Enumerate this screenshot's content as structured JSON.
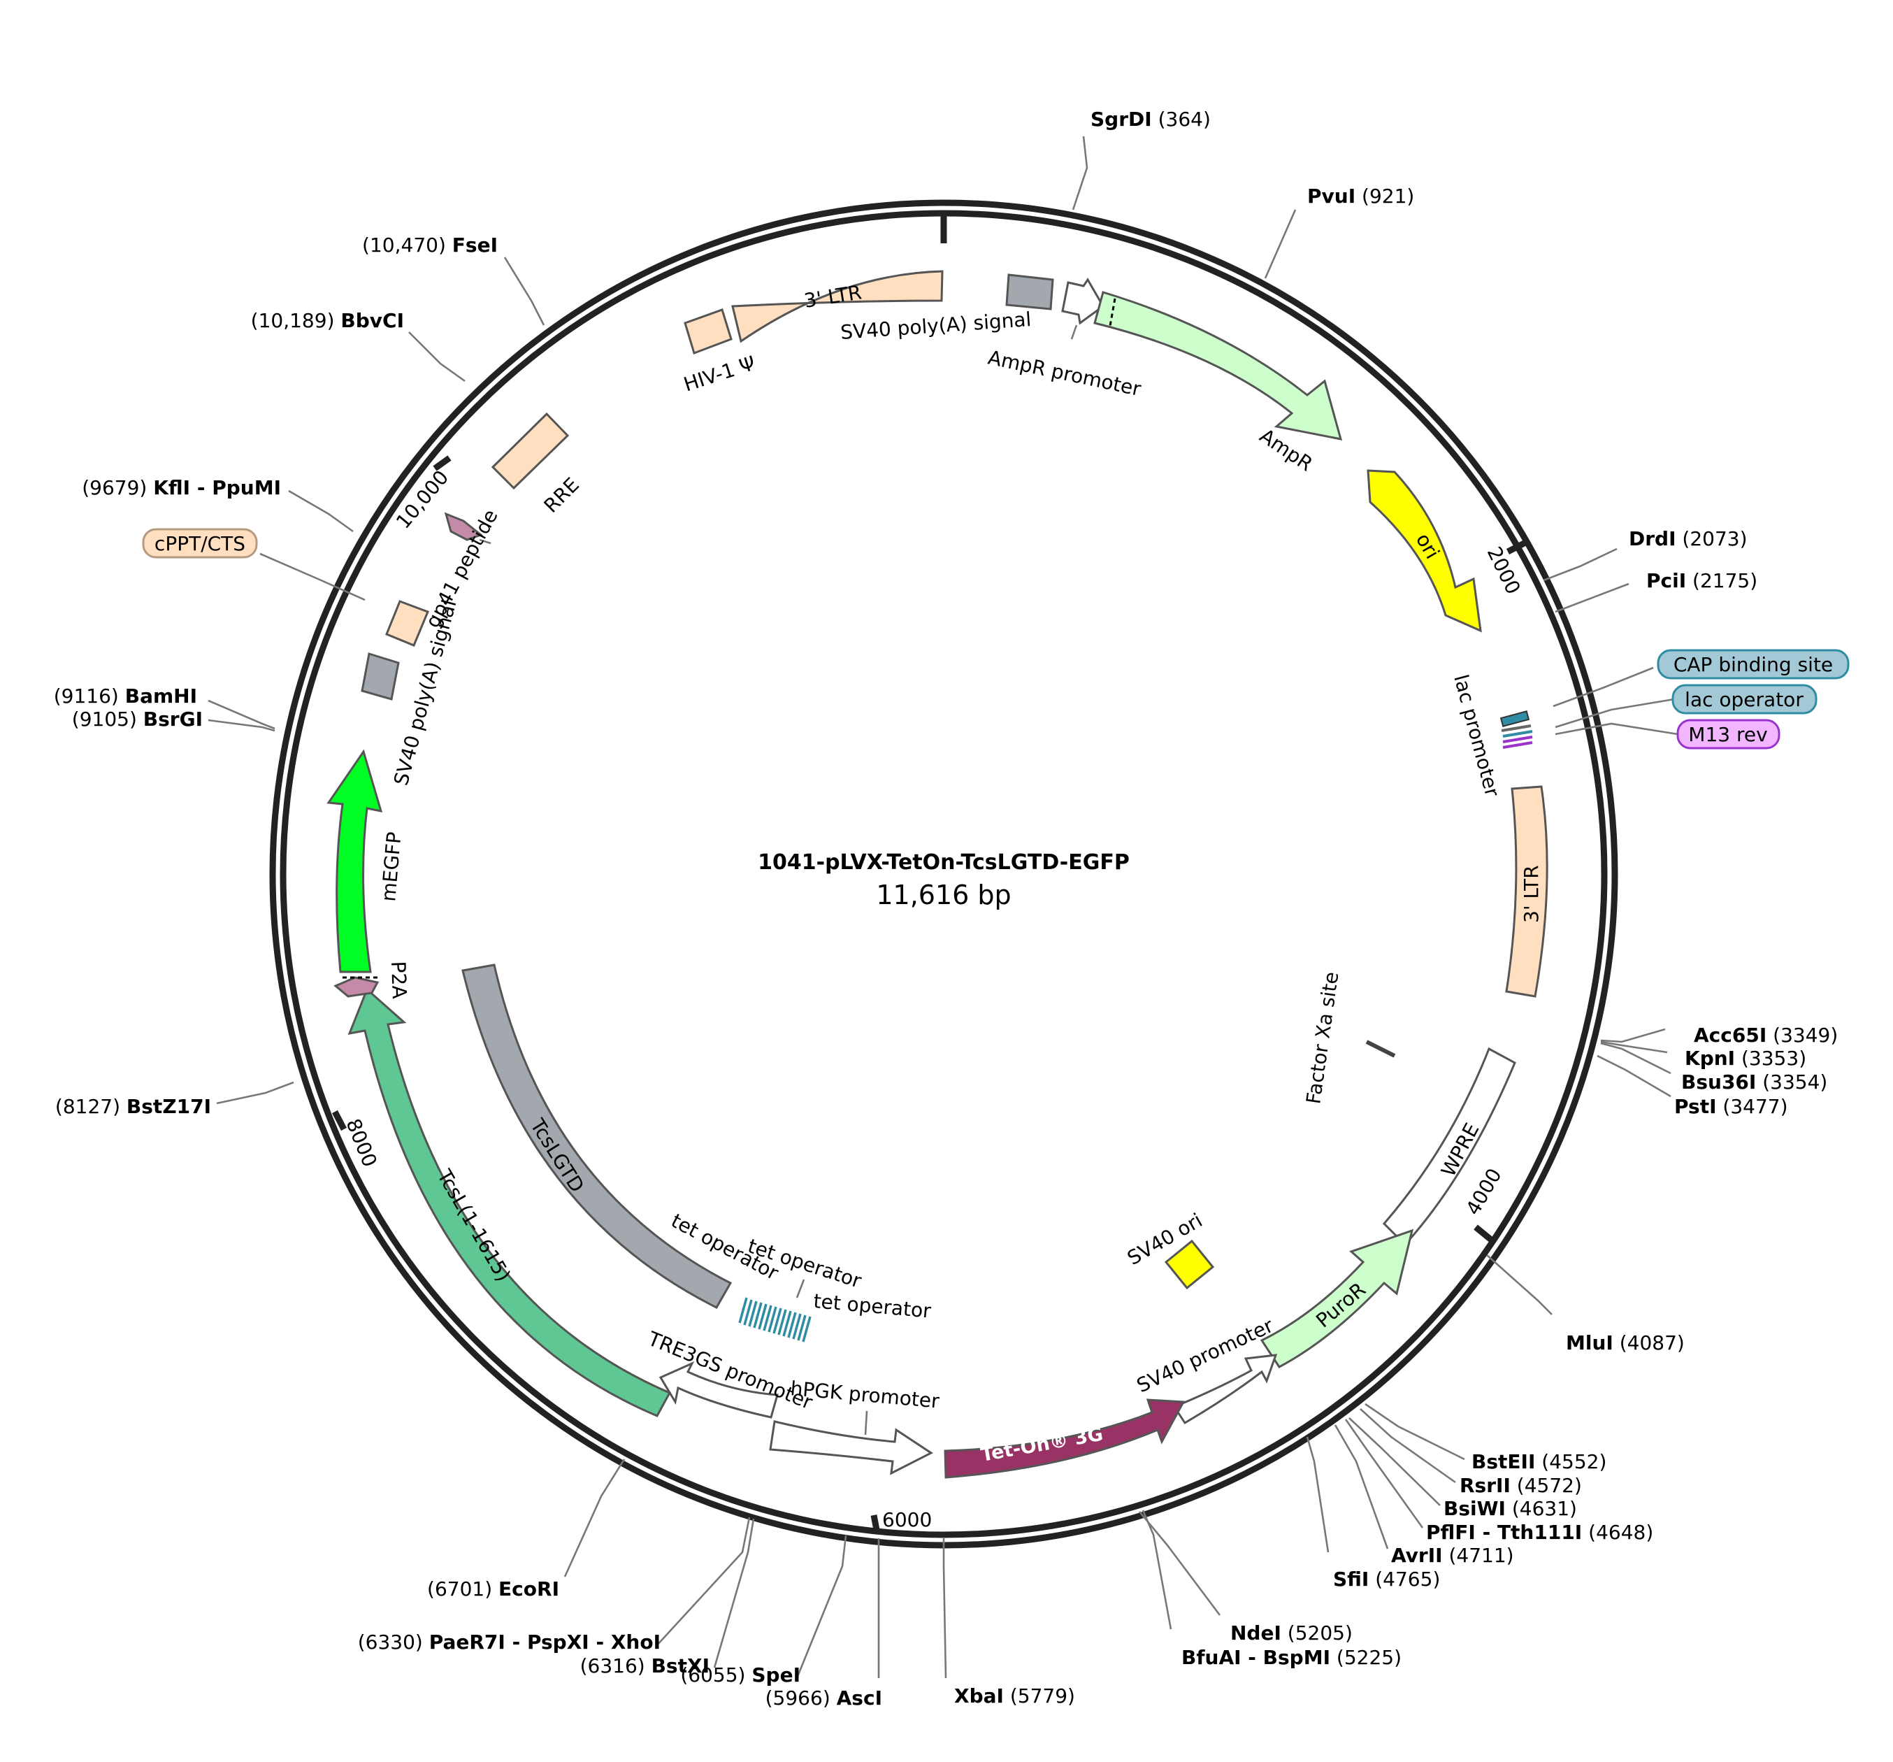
{
  "plasmid": {
    "name": "1041-pLVX-TetOn-TcsLGTD-EGFP",
    "size_label": "11,616 bp",
    "length_bp": 11616
  },
  "ticks": [
    {
      "label": "2000",
      "bp": 2000
    },
    {
      "label": "4000",
      "bp": 4000
    },
    {
      "label": "6000",
      "bp": 6000
    },
    {
      "label": "8000",
      "bp": 8000
    },
    {
      "label": "10,000",
      "bp": 10000
    }
  ],
  "sites": [
    {
      "name": "SgrDI",
      "pos": "364"
    },
    {
      "name": "PvuI",
      "pos": "921"
    },
    {
      "name": "DrdI",
      "pos": "2073"
    },
    {
      "name": "PciI",
      "pos": "2175"
    },
    {
      "name": "Acc65I",
      "pos": "3349"
    },
    {
      "name": "KpnI",
      "pos": "3353"
    },
    {
      "name": "Bsu36I",
      "pos": "3354"
    },
    {
      "name": "PstI",
      "pos": "3477"
    },
    {
      "name": "MluI",
      "pos": "4087"
    },
    {
      "name": "BstEII",
      "pos": "4552"
    },
    {
      "name": "RsrII",
      "pos": "4572"
    },
    {
      "name": "BsiWI",
      "pos": "4631"
    },
    {
      "name": "PflFI - Tth111I",
      "pos": "4648"
    },
    {
      "name": "AvrII",
      "pos": "4711"
    },
    {
      "name": "SfiI",
      "pos": "4765"
    },
    {
      "name": "NdeI",
      "pos": "5205"
    },
    {
      "name": "BfuAI - BspMI",
      "pos": "5225"
    },
    {
      "name": "XbaI",
      "pos": "5779"
    },
    {
      "name": "AscI",
      "pos": "5966"
    },
    {
      "name": "SpeI",
      "pos": "6055"
    },
    {
      "name": "BstXI",
      "pos": "6316"
    },
    {
      "name": "PaeR7I - PspXI - XhoI",
      "pos": "6330"
    },
    {
      "name": "EcoRI",
      "pos": "6701"
    },
    {
      "name": "BstZ17I",
      "pos": "8127"
    },
    {
      "name": "BsrGI",
      "pos": "9105"
    },
    {
      "name": "BamHI",
      "pos": "9116"
    },
    {
      "name": "KflI - PpuMI",
      "pos": "9679"
    },
    {
      "name": "BbvCI",
      "pos": "10,189"
    },
    {
      "name": "FseI",
      "pos": "10,470"
    }
  ],
  "badges": {
    "cap": "CAP binding site",
    "lacop": "lac operator",
    "m13": "M13 rev",
    "cppt": "cPPT/CTS"
  },
  "features": {
    "ltr_top": "3' LTR",
    "hiv": "HIV-1 Ψ",
    "sv40pa_top": "SV40 poly(A) signal",
    "ampr_prom": "AmpR promoter",
    "ampr": "AmpR",
    "ori": "ori",
    "lac_prom": "lac promoter",
    "ltr_right": "3' LTR",
    "factorxa": "Factor Xa site",
    "wpre": "WPRE",
    "puror": "PuroR",
    "sv40ori": "SV40 ori",
    "sv40prom": "SV40 promoter",
    "teton": "Tet-On® 3G",
    "hpgk": "hPGK promoter",
    "tre3gs": "TRE3GS promoter",
    "tetop1": "tet operator",
    "tetop2": "tet operator",
    "tetop3": "tet operator",
    "tcslgtd": "TcsLGTD",
    "tcsl": "TcsL(1-1615)",
    "p2a": "P2A",
    "megfp": "mEGFP",
    "sv40pa_left": "SV40 poly(A) signal",
    "gp41": "gp41 peptide",
    "rre": "RRE"
  },
  "colors": {
    "ltr": "#ffdfbf",
    "gray": "#a3a8ae",
    "ampr": "#ccffcc",
    "ori": "#ffff00",
    "puror": "#ccffcc",
    "teton": "#993366",
    "tcsl": "#5fc794",
    "megfp": "#00ff24",
    "tetop": "#2f8ca3",
    "p2a": "#c58aa7",
    "cap": "#a3c9d6",
    "m13": "#f2b5ff"
  }
}
